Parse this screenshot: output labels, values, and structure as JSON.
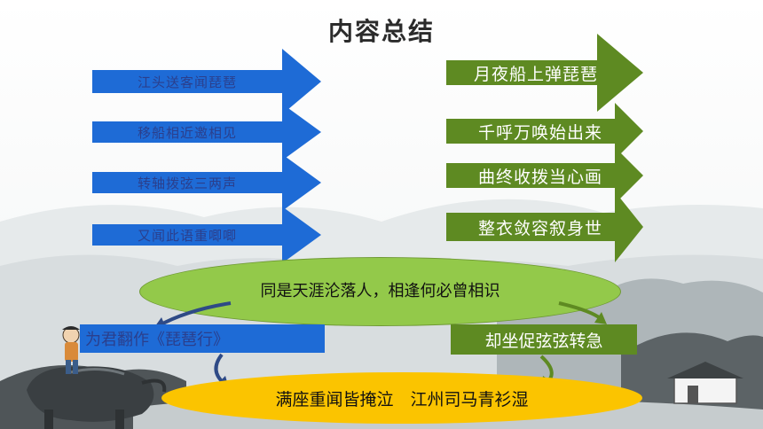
{
  "slide": {
    "title": "内容总结",
    "left_arrows": [
      {
        "label": "江头送客闻琵琶"
      },
      {
        "label": "移船相近邀相见"
      },
      {
        "label": "转轴拨弦三两声"
      },
      {
        "label": "又闻此语重唧唧"
      }
    ],
    "right_arrows": [
      {
        "label": "月夜船上弹琵琶"
      },
      {
        "label": "千呼万唤始出来"
      },
      {
        "label": "曲终收拨当心画"
      },
      {
        "label": "整衣敛容叙身世"
      }
    ],
    "center_ellipse": {
      "label": "同是天涯沦落人，相逢何必曾相识"
    },
    "left_box": {
      "label": "为君翻作《琵琶行》"
    },
    "right_box": {
      "label": "却坐促弦弦转急"
    },
    "bottom_ellipse": {
      "label": "满座重闻皆掩泣　江州司马青衫湿"
    }
  },
  "colors": {
    "blue": "#1e6bd6",
    "blue_text": "#2b3f8c",
    "green": "#5e8a22",
    "light_green": "#93c94a",
    "yellow": "#fbc400"
  }
}
